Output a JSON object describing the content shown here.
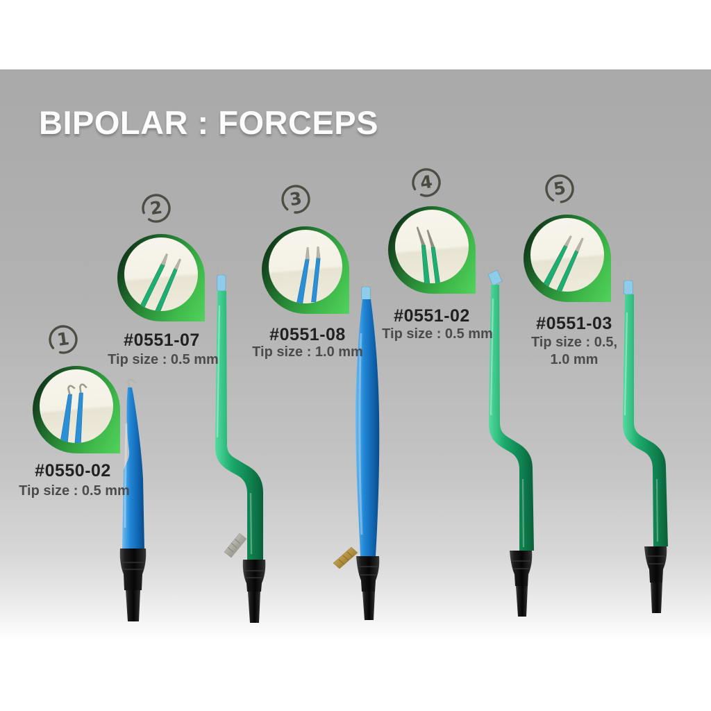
{
  "title": "BIPOLAR : FORCEPS",
  "items": [
    {
      "number": "1",
      "code": "#0550-02",
      "tip_size": "Tip size : 0.5 mm",
      "tip_size_2": "",
      "instrument_color": "#1b74c4",
      "inset_detail": "blue-hooked-tips"
    },
    {
      "number": "2",
      "code": "#0551-07",
      "tip_size": "Tip size : 0.5 mm",
      "tip_size_2": "",
      "instrument_color": "#17a263",
      "inset_detail": "green-straight-tips"
    },
    {
      "number": "3",
      "code": "#0551-08",
      "tip_size": "Tip size : 1.0 mm",
      "tip_size_2": "",
      "instrument_color": "#1b74c4",
      "inset_detail": "blue-straight-tips"
    },
    {
      "number": "4",
      "code": "#0551-02",
      "tip_size": "Tip size : 0.5 mm",
      "tip_size_2": "",
      "instrument_color": "#17a263",
      "inset_detail": "green-angled-tips"
    },
    {
      "number": "5",
      "code": "#0551-03",
      "tip_size": "Tip size : 0.5,",
      "tip_size_2": "1.0 mm",
      "instrument_color": "#17a263",
      "inset_detail": "green-straight-tips"
    }
  ],
  "colors": {
    "background_gray": "#ababab",
    "title_white": "#fcfcfc",
    "code_text": "#212121",
    "tip_text": "#4b4b4b",
    "badge_stroke": "#4d4d46",
    "inset_border_dark": "#0a1c0e",
    "inset_border_green": "#3eb84a",
    "inset_photo_cream": "#f4f1e6",
    "instrument_blue": "#1b74c4",
    "instrument_green": "#17a263",
    "tip_holder_lightblue": "#8fcce9",
    "connector_black": "#141414",
    "metal_silver": "#b5b5ac",
    "metal_gold": "#b08f3e"
  }
}
